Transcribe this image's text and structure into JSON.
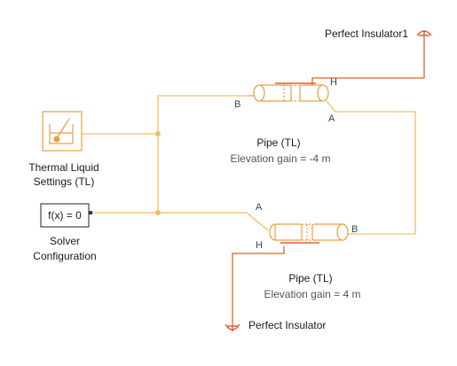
{
  "colors": {
    "thermal_liquid_wire": "#f0c060",
    "thermal_wire": "#e06030",
    "block_outline": "#e8a040",
    "background": "#ffffff"
  },
  "blocks": {
    "perfect_insulator_top": {
      "label": "Perfect Insulator1"
    },
    "perfect_insulator_bottom": {
      "label": "Perfect Insulator"
    },
    "pipe_top": {
      "name": "Pipe (TL)",
      "param": "Elevation gain = -4 m",
      "port_a": "A",
      "port_b": "B",
      "port_h": "H"
    },
    "pipe_bottom": {
      "name": "Pipe (TL)",
      "param": "Elevation gain = 4 m",
      "port_a": "A",
      "port_b": "B",
      "port_h": "H"
    },
    "thermal_liquid_settings": {
      "label_line1": "Thermal Liquid",
      "label_line2": "Settings (TL)",
      "icon": "thermometer-beaker-icon"
    },
    "solver_configuration": {
      "text": "f(x) = 0",
      "label_line1": "Solver",
      "label_line2": "Configuration"
    }
  }
}
